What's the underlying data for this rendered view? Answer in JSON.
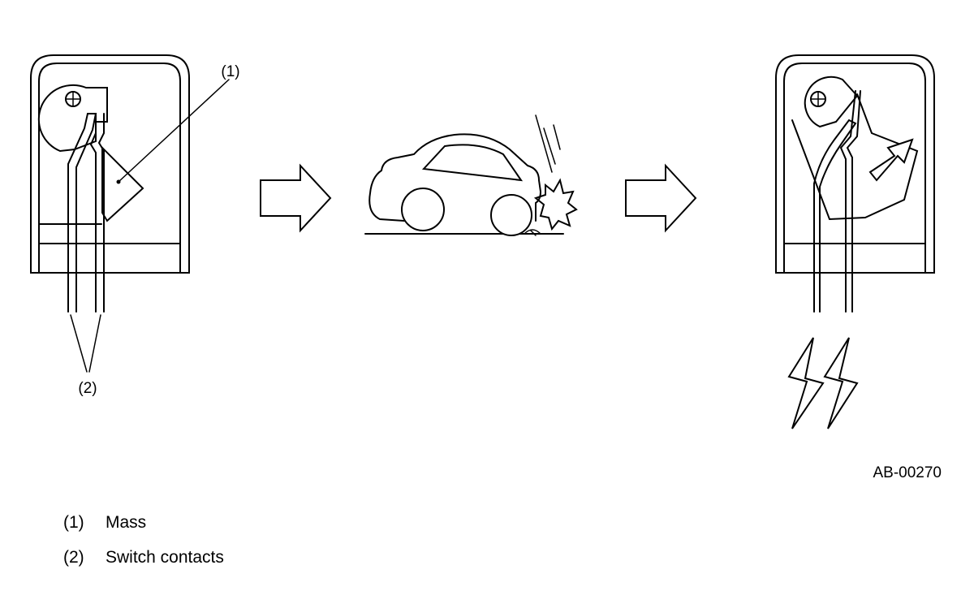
{
  "callouts": {
    "mass": "(1)",
    "contacts": "(2)"
  },
  "figure_code": "AB-00270",
  "legend": [
    {
      "num": "(1)",
      "label": "Mass"
    },
    {
      "num": "(2)",
      "label": "Switch contacts"
    }
  ]
}
